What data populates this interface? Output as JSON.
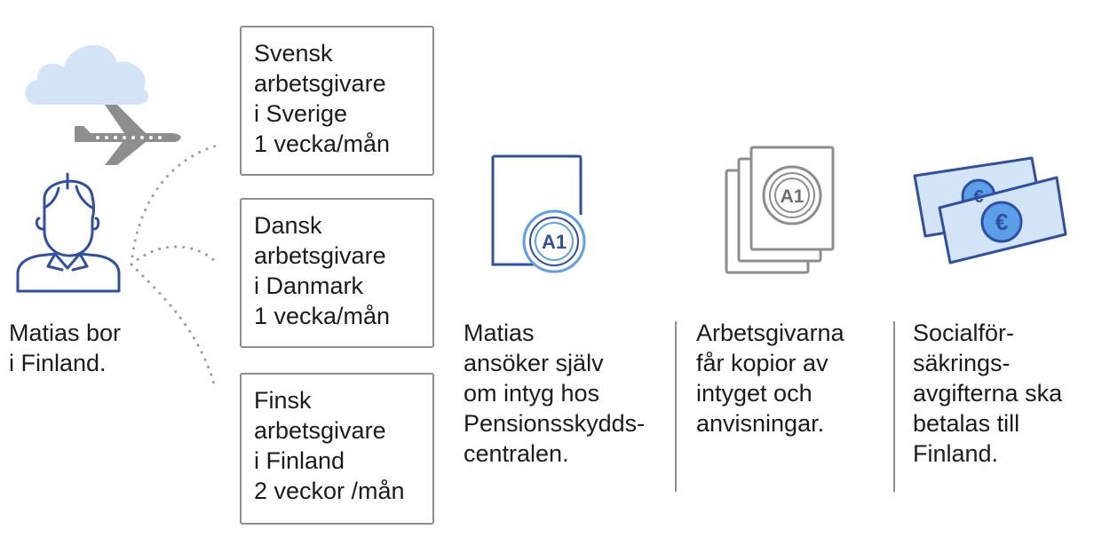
{
  "person": {
    "caption": "Matias bor\ni Finland."
  },
  "employers": [
    {
      "text": "Svensk\narbetsgivare\ni Sverige\n1 vecka/mån"
    },
    {
      "text": "Dansk\narbetsgivare\ni Danmark\n1 vecka/mån"
    },
    {
      "text": "Finsk\narbetsgivare\ni Finland\n2 veckor /mån"
    }
  ],
  "steps": [
    {
      "icon": "a1-certificate-icon",
      "badge": "A1",
      "text": "Matias\nansöker själv\nom intyg hos\nPensionsskydds-\ncentralen."
    },
    {
      "icon": "a1-copies-icon",
      "badge": "A1",
      "text": "Arbetsgivarna\nfår kopior av\nintyget och\nanvisningar."
    },
    {
      "icon": "euro-banknotes-icon",
      "badge": "€",
      "text": "Socialför-\nsäkrings-\navgifterna ska\nbetalas till\nFinland."
    }
  ],
  "colors": {
    "blue_dark": "#2f4fa3",
    "blue_light": "#5aa0e6",
    "blue_fill": "#5b9fe6",
    "gray": "#8d8d8d",
    "cloud": "#d3e4f6",
    "plane": "#8e8e8e"
  }
}
